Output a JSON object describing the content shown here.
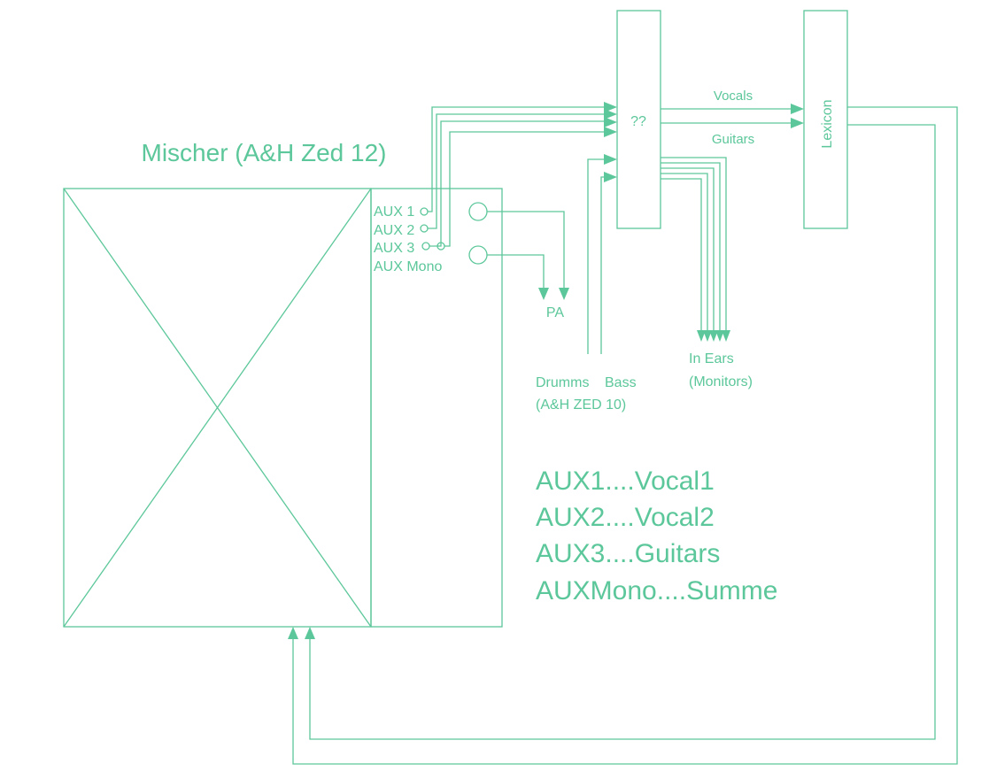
{
  "mixer": {
    "title": "Mischer (A&H Zed 12)"
  },
  "aux_labels": [
    "AUX 1",
    "AUX 2",
    "AUX 3",
    "AUX Mono"
  ],
  "processor": {
    "label": "??"
  },
  "lexicon": {
    "label": "Lexicon"
  },
  "signals": {
    "vocals": "Vocals",
    "guitars": "Guitars"
  },
  "pa": {
    "label": "PA"
  },
  "sources": {
    "drums": "Drumms",
    "bass": "Bass",
    "sub": "(A&H ZED 10)"
  },
  "in_ears": {
    "line1": "In Ears",
    "line2": "(Monitors)"
  },
  "legend": [
    "AUX1....Vocal1",
    "AUX2....Vocal2",
    "AUX3....Guitars",
    "AUXMono....Summe"
  ]
}
